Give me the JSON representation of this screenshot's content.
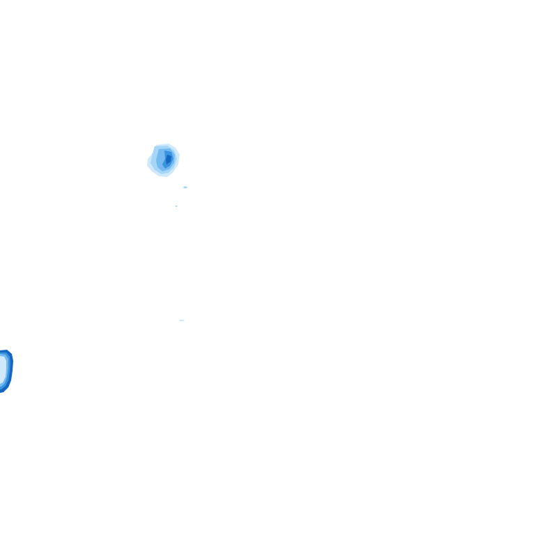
{
  "map": {
    "layer": "radar-precipitation",
    "background_color": "#ffffff",
    "palette": {
      "light": "#cfe9fb",
      "mid_light": "#a6d6f7",
      "mid": "#74baf0",
      "strong": "#3a93de",
      "heavy": "#1566c0"
    },
    "echoes": [
      "echo-cluster-upper",
      "echo-cluster-left-edge",
      "echo-speckle-1",
      "echo-speckle-2",
      "echo-speckle-3"
    ]
  }
}
